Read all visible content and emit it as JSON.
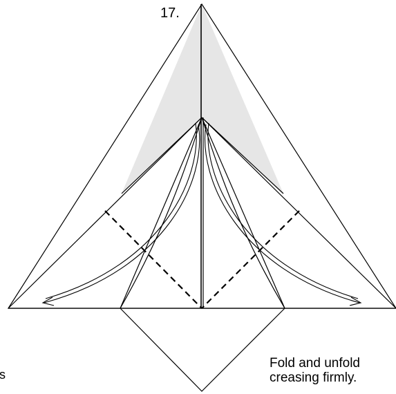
{
  "step": {
    "number": "17."
  },
  "captions": {
    "left": "ntre\nayers",
    "right": "Fold and unfold\ncreasing firmly."
  },
  "colors": {
    "line": "#000000",
    "shaded_layer": "#e6e6e6",
    "background": "#ffffff"
  },
  "icons": {
    "left_arrow": "curved-fold-arrow",
    "right_arrow": "curved-fold-arrow"
  }
}
